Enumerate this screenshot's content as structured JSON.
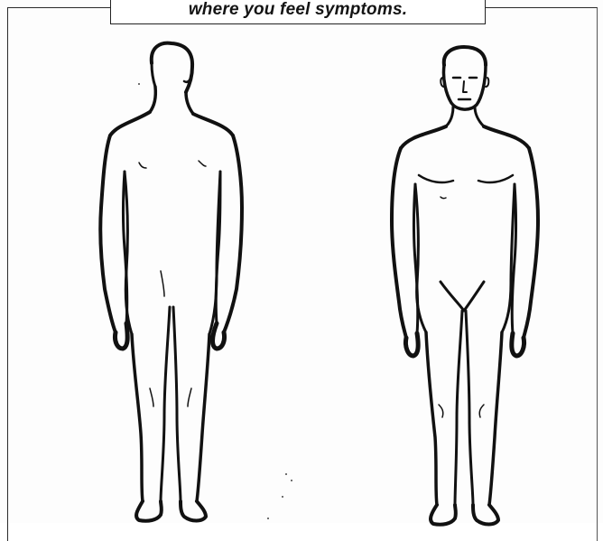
{
  "instruction": {
    "text": "where you feel symptoms."
  },
  "figures": [
    {
      "view": "back",
      "icon": "human-body-back-outline-icon"
    },
    {
      "view": "front",
      "icon": "human-body-front-outline-icon"
    }
  ],
  "colors": {
    "ink": "#111111",
    "paper": "#fdfdfd"
  }
}
